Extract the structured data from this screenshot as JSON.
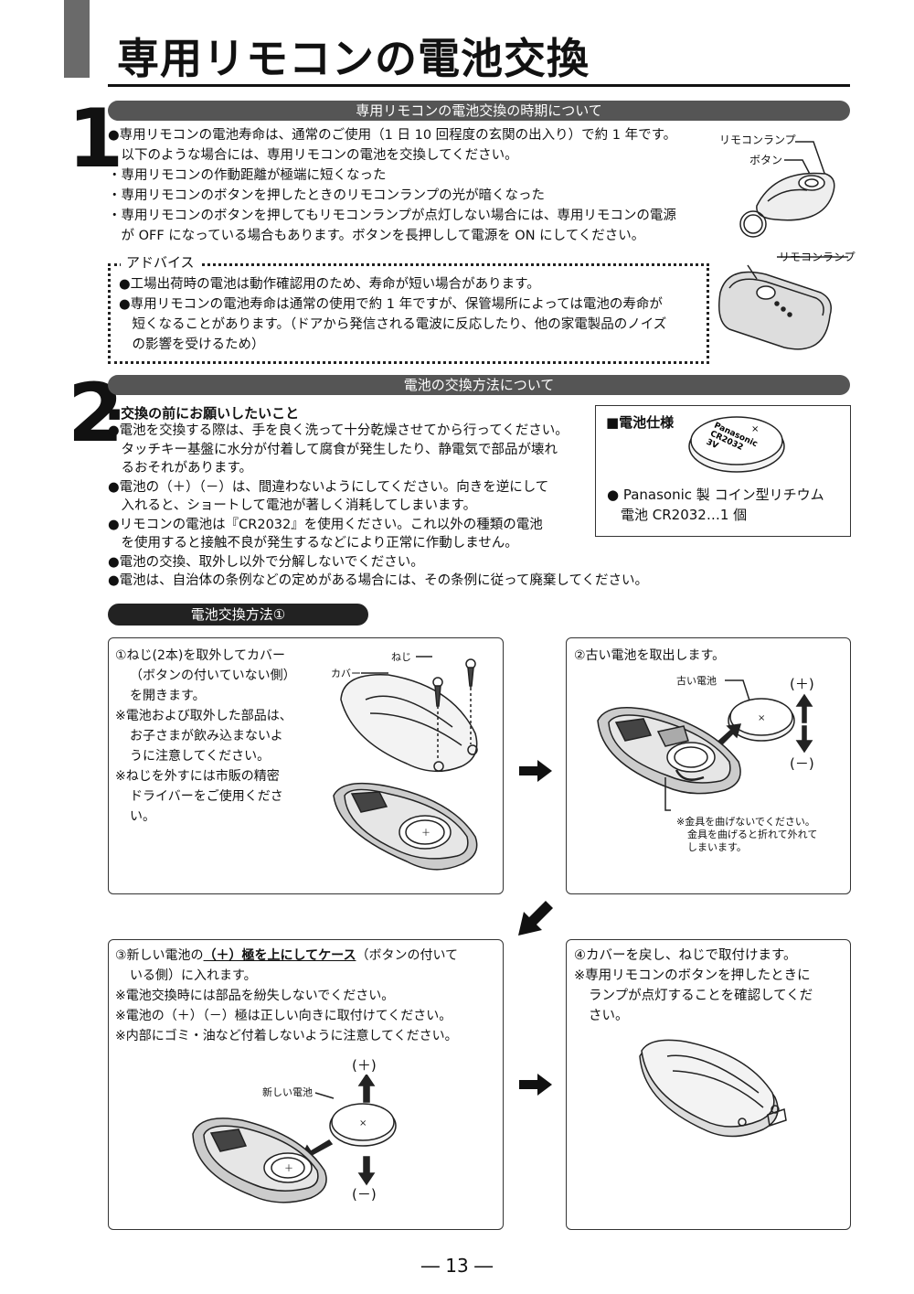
{
  "page_title": "専用リモコンの電池交換",
  "section1": {
    "number": "1",
    "header": "専用リモコンの電池交換の時期について",
    "lines": [
      "●専用リモコンの電池寿命は、通常のご使用（1 日 10 回程度の玄関の出入り）で約 1 年です。",
      "　以下のような場合には、専用リモコンの電池を交換してください。",
      "・専用リモコンの作動距離が極端に短くなった",
      "・専用リモコンのボタンを押したときのリモコンランプの光が暗くなった",
      "・専用リモコンのボタンを押してもリモコンランプが点灯しない場合には、専用リモコンの電源",
      "　が OFF になっている場合もあります。ボタンを長押しして電源を ON にしてください。"
    ],
    "advice_label": "アドバイス",
    "advice_lines": [
      "●工場出荷時の電池は動作確認用のため、寿命が短い場合があります。",
      "●専用リモコンの電池寿命は通常の使用で約 1 年ですが、保管場所によっては電池の寿命が",
      "　短くなることがあります。（ドアから発信される電波に反応したり、他の家電製品のノイズ",
      "　の影響を受けるため）"
    ],
    "fig_labels": {
      "lamp1": "リモコンランプ",
      "button": "ボタン",
      "lamp2": "リモコンランプ"
    }
  },
  "section2": {
    "number": "2",
    "header": "電池の交換方法について",
    "subhead": "■交換の前にお願いしたいこと",
    "lines": [
      "●電池を交換する際は、手を良く洗って十分乾燥させてから行ってください。",
      "　タッチキー基盤に水分が付着して腐食が発生したり、静電気で部品が壊れ",
      "　るおそれがあります。",
      "●電池の（＋）（－）は、間違わないようにしてください。向きを逆にして",
      "　入れると、ショートして電池が著しく消耗してしまいます。",
      "●リモコンの電池は『CR2032』を使用ください。これ以外の種類の電池",
      "　を使用すると接触不良が発生するなどにより正常に作動しません。",
      "●電池の交換、取外し以外で分解しないでください。",
      "●電池は、自治体の条例などの定めがある場合には、その条例に従って廃棄してください。"
    ],
    "spec": {
      "title": "■電池仕様",
      "battery_text": [
        "Panasonic",
        "CR2032",
        "3V"
      ],
      "lines": [
        "● Panasonic 製 コイン型リチウム",
        "　電池 CR2032…1 個"
      ]
    }
  },
  "method": {
    "pill": "電池交換方法①",
    "step1": {
      "lines": [
        "①ねじ(2本)を取外してカバー",
        "（ボタンの付いていない側）",
        "を開きます。",
        "※電池および取外した部品は、",
        "お子さまが飲み込まないよ",
        "うに注意してください。",
        "※ねじを外すには市販の精密",
        "ドライバーをご使用くださ",
        "い。"
      ],
      "label_screw": "ねじ",
      "label_cover": "カバー"
    },
    "step2": {
      "lines": [
        "②古い電池を取出します。"
      ],
      "label_old": "古い電池",
      "plus": "(＋)",
      "minus": "(－)",
      "notes": [
        "※金具を曲げないでください。",
        "金具を曲げると折れて外れて",
        "しまいます。"
      ]
    },
    "step3": {
      "lead_pre": "③新しい電池の",
      "lead_emph": "（＋）極を上にしてケース",
      "lead_post": "（ボタンの付いて",
      "lines": [
        "いる側）に入れます。",
        "※電池交換時には部品を紛失しないでください。",
        "※電池の（＋）（－）極は正しい向きに取付けてください。",
        "※内部にゴミ・油など付着しないように注意してください。"
      ],
      "label_new": "新しい電池",
      "plus": "(＋)",
      "minus": "(－)"
    },
    "step4": {
      "lines": [
        "④カバーを戻し、ねじで取付けます。",
        "※専用リモコンのボタンを押したときに",
        "ランプが点灯することを確認してくだ",
        "さい。"
      ]
    }
  },
  "page_number": "― 13 ―"
}
